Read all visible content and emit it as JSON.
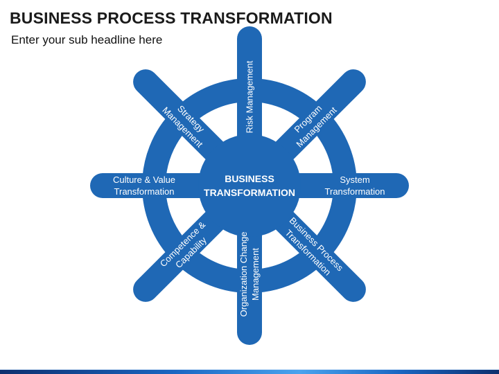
{
  "slide": {
    "title": "BUSINESS PROCESS TRANSFORMATION",
    "subtitle": "Enter your sub headline here"
  },
  "wheel": {
    "color": "#1f68b5",
    "text_color": "#ffffff",
    "center_lines": [
      "BUSINESS",
      "TRANSFORMATION"
    ],
    "spokes": [
      {
        "id": "risk-management",
        "lines": [
          "Risk Management"
        ]
      },
      {
        "id": "program-management",
        "lines": [
          "Program",
          "Management"
        ]
      },
      {
        "id": "system-transformation",
        "lines": [
          "System",
          "Transformation"
        ]
      },
      {
        "id": "business-process-transformation",
        "lines": [
          "Business Process",
          "Transformation"
        ]
      },
      {
        "id": "organization-change-management",
        "lines": [
          "Organization Change",
          "Management"
        ]
      },
      {
        "id": "competence-capability",
        "lines": [
          "Competence &",
          "Capability"
        ]
      },
      {
        "id": "culture-value-transformation",
        "lines": [
          "Culture & Value",
          "Transformation"
        ]
      },
      {
        "id": "strategy-management",
        "lines": [
          "Strategy",
          "Management"
        ]
      }
    ]
  }
}
